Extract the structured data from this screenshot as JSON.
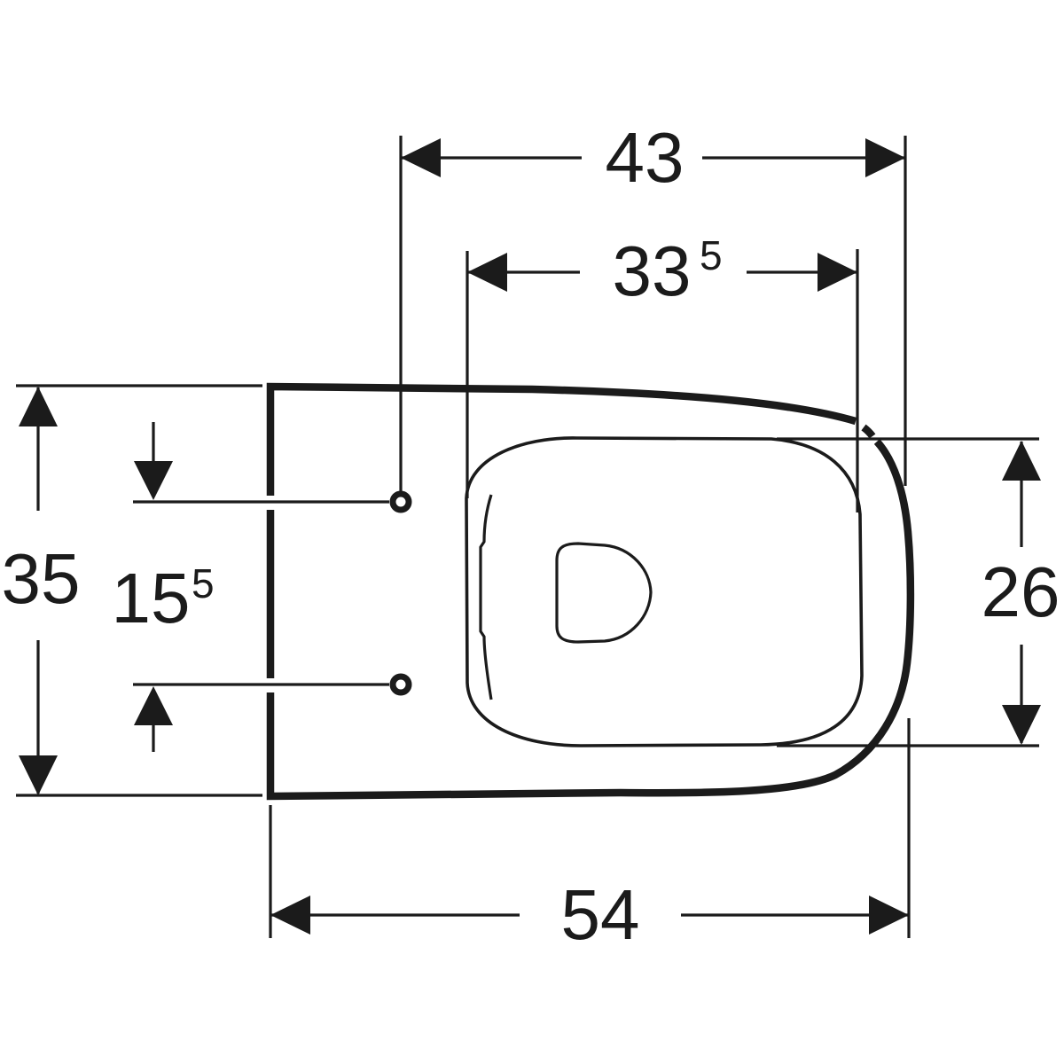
{
  "colors": {
    "ink": "#1b1b1b",
    "background": "#ffffff"
  },
  "dimensions": {
    "d43": {
      "main": "43"
    },
    "d33_5": {
      "main": "33",
      "sup": "5"
    },
    "d35": {
      "main": "35"
    },
    "d15_5": {
      "main": "15",
      "sup": "5"
    },
    "d26": {
      "main": "26"
    },
    "d54": {
      "main": "54"
    }
  }
}
